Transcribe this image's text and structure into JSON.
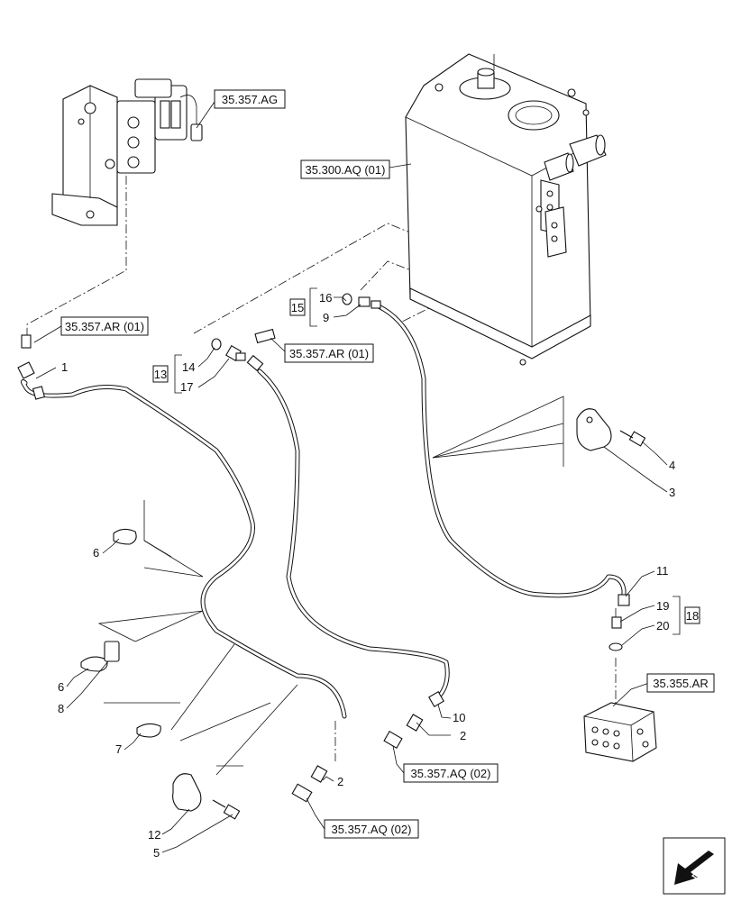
{
  "references": {
    "ag": "35.357.AG",
    "tank": "35.300.AQ (01)",
    "ar_top": "35.357.AR (01)",
    "ar_mid": "35.357.AR (01)",
    "aq_right": "35.357.AQ (02)",
    "aq_bottom": "35.357.AQ (02)",
    "ar_block": "35.355.AR"
  },
  "callouts": {
    "n1": "1",
    "n2a": "2",
    "n2b": "2",
    "n3": "3",
    "n4": "4",
    "n5": "5",
    "n6a": "6",
    "n6b": "6",
    "n7": "7",
    "n8": "8",
    "n9": "9",
    "n10": "10",
    "n11": "11",
    "n12": "12",
    "n14": "14",
    "n16": "16",
    "n17": "17",
    "n19": "19",
    "n20": "20"
  },
  "kits": {
    "k13": "13",
    "k15": "15",
    "k18": "18"
  },
  "icons": {
    "nav": "back-arrow-icon"
  }
}
